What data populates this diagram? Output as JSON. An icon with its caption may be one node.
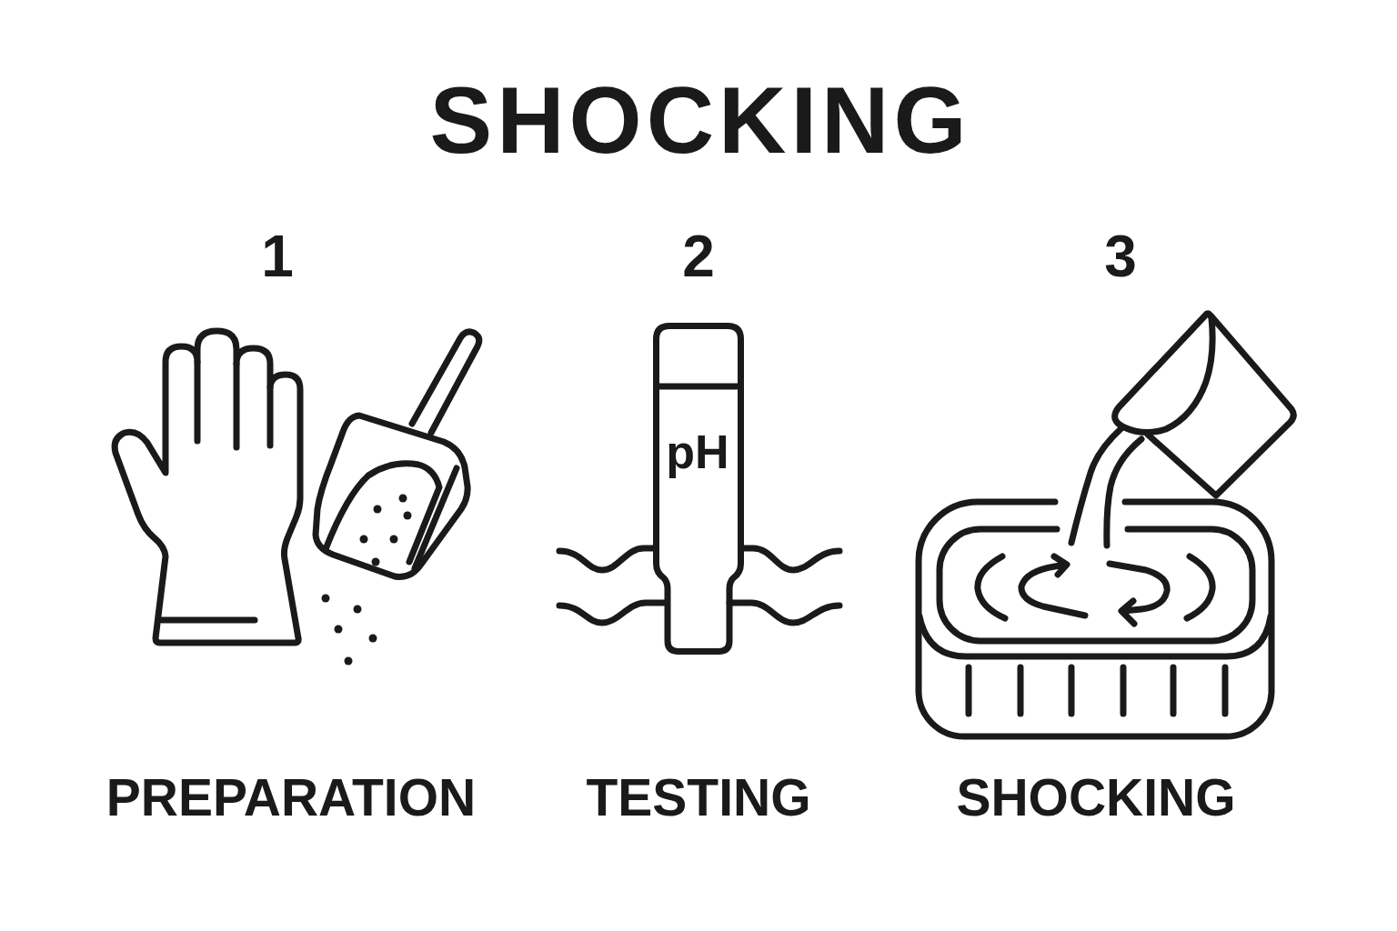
{
  "diagram": {
    "title": "SHOCKING",
    "nodes": [
      {
        "text": [
          "pH"
        ]
      }
    ],
    "labels": [
      "1",
      "2",
      "3",
      "PREPARATION",
      "TESTING",
      "SHOCKING"
    ]
  }
}
